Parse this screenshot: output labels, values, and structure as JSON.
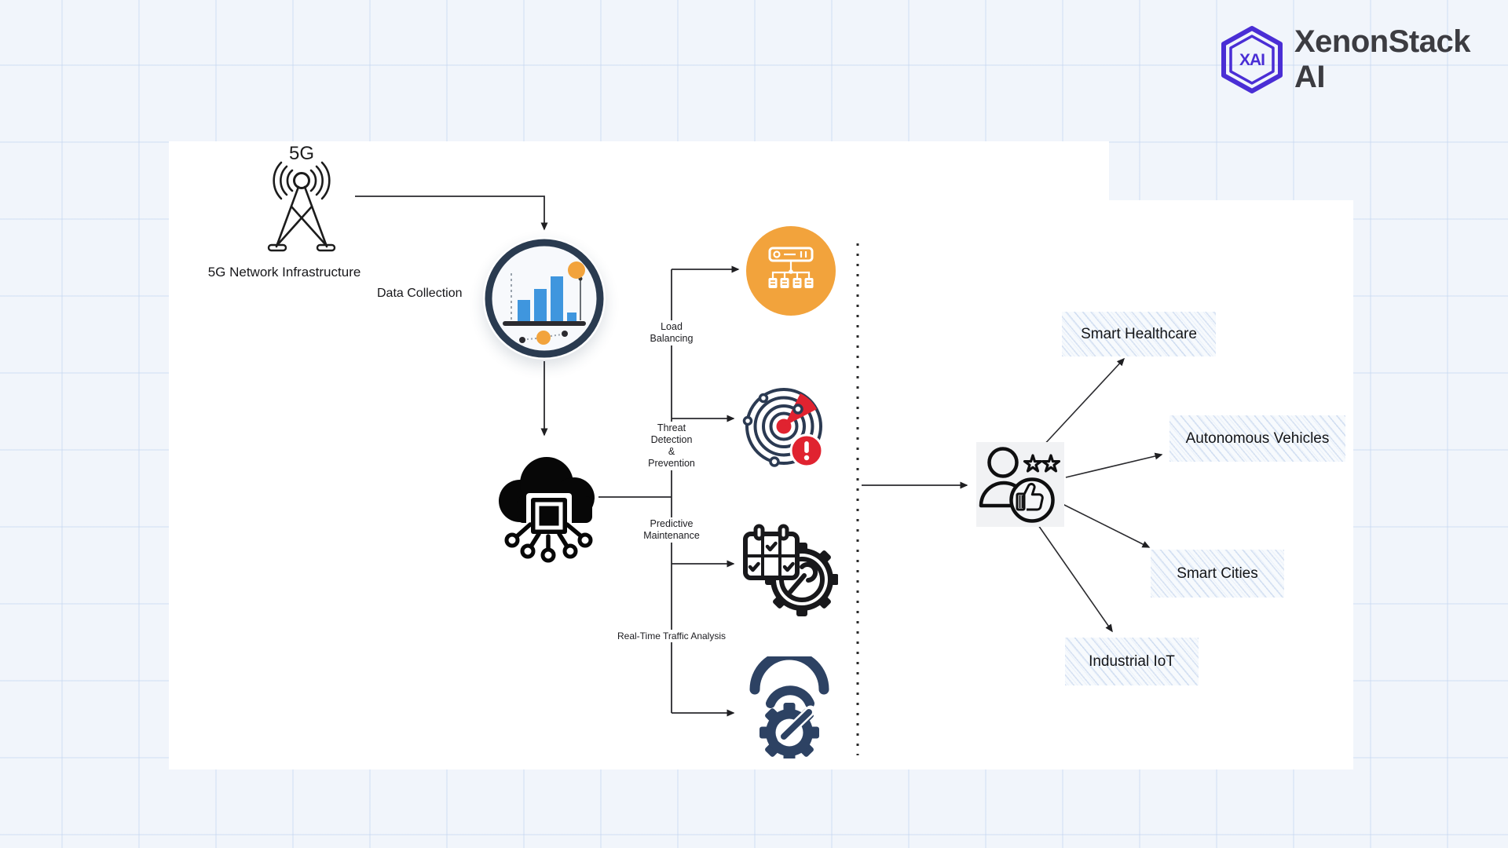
{
  "brand": {
    "name": "XenonStack AI",
    "monogram": "XAI"
  },
  "diagram": {
    "source": {
      "badge": "5G",
      "label": "5G Network Infrastructure"
    },
    "collection": {
      "label": "Data Collection"
    },
    "functions": [
      {
        "label": "Load\nBalancing",
        "icon": "load-balancer-icon"
      },
      {
        "label": "Threat\nDetection\n&\nPrevention",
        "icon": "radar-alert-icon"
      },
      {
        "label": "Predictive\nMaintenance",
        "icon": "calendar-gear-icon"
      },
      {
        "label": "Real-Time Traffic Analysis",
        "icon": "wifi-gauge-icon"
      }
    ],
    "applications": [
      {
        "label": "Smart Healthcare"
      },
      {
        "label": "Autonomous Vehicles"
      },
      {
        "label": "Smart Cities"
      },
      {
        "label": "Industrial IoT"
      }
    ]
  },
  "colors": {
    "orange": "#F2A33C",
    "red": "#E02330",
    "navy": "#2B3A52",
    "steel_navy": "#2D4263",
    "bar_blue": "#3F96DE",
    "ink": "#18181B",
    "brand_purple": "#4A2ED5",
    "brand_text": "#3C3C41",
    "page_bg": "#F1F5FB",
    "canvas": "#FFFFFF"
  }
}
